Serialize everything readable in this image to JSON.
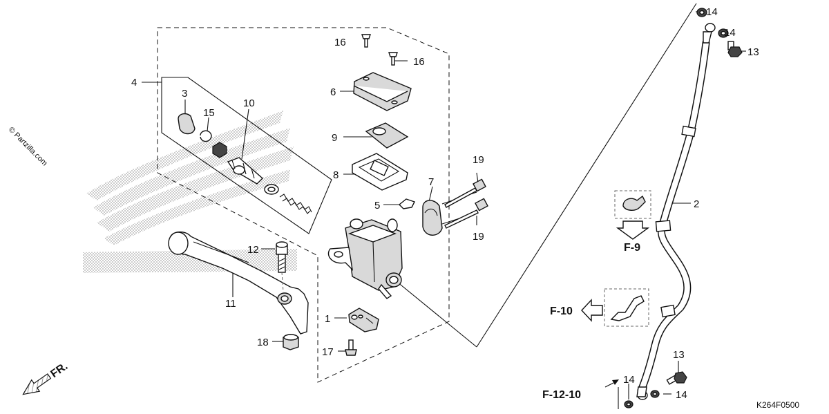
{
  "watermark": "© Partzilla.com",
  "diagram_code": "K264F0500",
  "front_arrow_label": "FR.",
  "callouts": {
    "p1": "1",
    "p2": "2",
    "p3": "3",
    "p4": "4",
    "p5": "5",
    "p6": "6",
    "p7": "7",
    "p8": "8",
    "p9": "9",
    "p10": "10",
    "p11": "11",
    "p12": "12",
    "p13a": "13",
    "p13b": "13",
    "p14a": "14",
    "p14b": "14",
    "p14c": "14",
    "p14d": "14",
    "p15": "15",
    "p16a": "16",
    "p16b": "16",
    "p17": "17",
    "p18": "18",
    "p19a": "19",
    "p19b": "19"
  },
  "references": {
    "f9": "F-9",
    "f10": "F-10",
    "f12": "F-12-10"
  },
  "icons": [
    "front-arrow-icon",
    "reference-arrow-icon",
    "brand-wing-logo"
  ]
}
